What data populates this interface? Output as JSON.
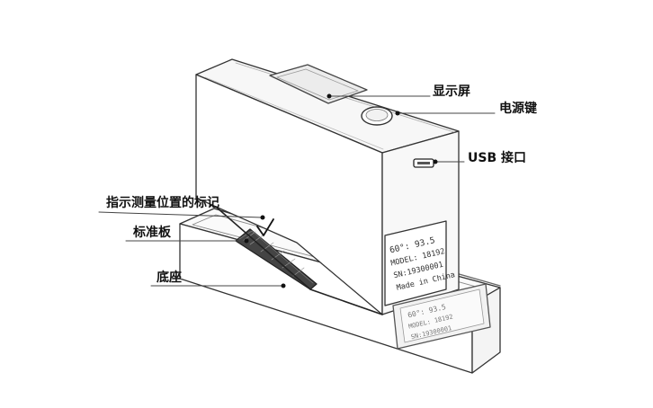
{
  "callouts": {
    "display": "显示屏",
    "power": "电源键",
    "usb": "USB 接口",
    "mark": "指示测量位置的标记",
    "standard_plate": "标准板",
    "base": "底座"
  },
  "device_label": {
    "angle_reading": "60°: 93.5",
    "model": "MODEL: 18192",
    "serial": "SN:19300001",
    "origin": "Made in China"
  }
}
